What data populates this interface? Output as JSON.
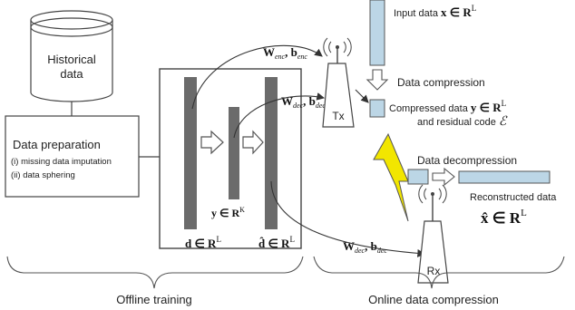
{
  "historical": {
    "line1": "Historical",
    "line2": "data"
  },
  "prep": {
    "title": "Data preparation",
    "item1": "(i) missing data imputation",
    "item2": "(ii) data sphering"
  },
  "math": {
    "d_vec": "d ∈ R",
    "d_sup": "L",
    "y_vec": "y ∈ R",
    "y_sup": "K",
    "dhat_vec": "d̂ ∈ R",
    "dhat_sup": "L",
    "w_enc": "W",
    "w_enc_sub": "enc",
    "b_enc": ", b",
    "b_enc_sub": "enc",
    "w_dec": "W",
    "w_dec_sub": "dec",
    "b_dec": ", b",
    "b_dec_sub": "dec",
    "w_dec2": "W",
    "w_dec2_sub": "dec",
    "b_dec2": ", b",
    "b_dec2_sub": "dec"
  },
  "tx": "Tx",
  "rx": "Rx",
  "online": {
    "input_text": "Input data ",
    "input_math": "x ∈ R",
    "input_sup": "L",
    "compression": "Data compression",
    "compressed_text": "Compressed data ",
    "compressed_math": "y ∈ R",
    "compressed_sup": "L",
    "residual_text": "and residual code ",
    "residual_math": "ℰ",
    "decompression": "Data decompression",
    "reconstructed": "Reconstructed data",
    "xhat_math": "x̂  ∈  R",
    "xhat_sup": "L"
  },
  "bottom": {
    "offline": "Offline training",
    "online": "Online data compression"
  },
  "colors": {
    "bar_dark": "#6b6b6b",
    "bar_light": "#bcd6e6",
    "bolt": "#f2e600"
  }
}
